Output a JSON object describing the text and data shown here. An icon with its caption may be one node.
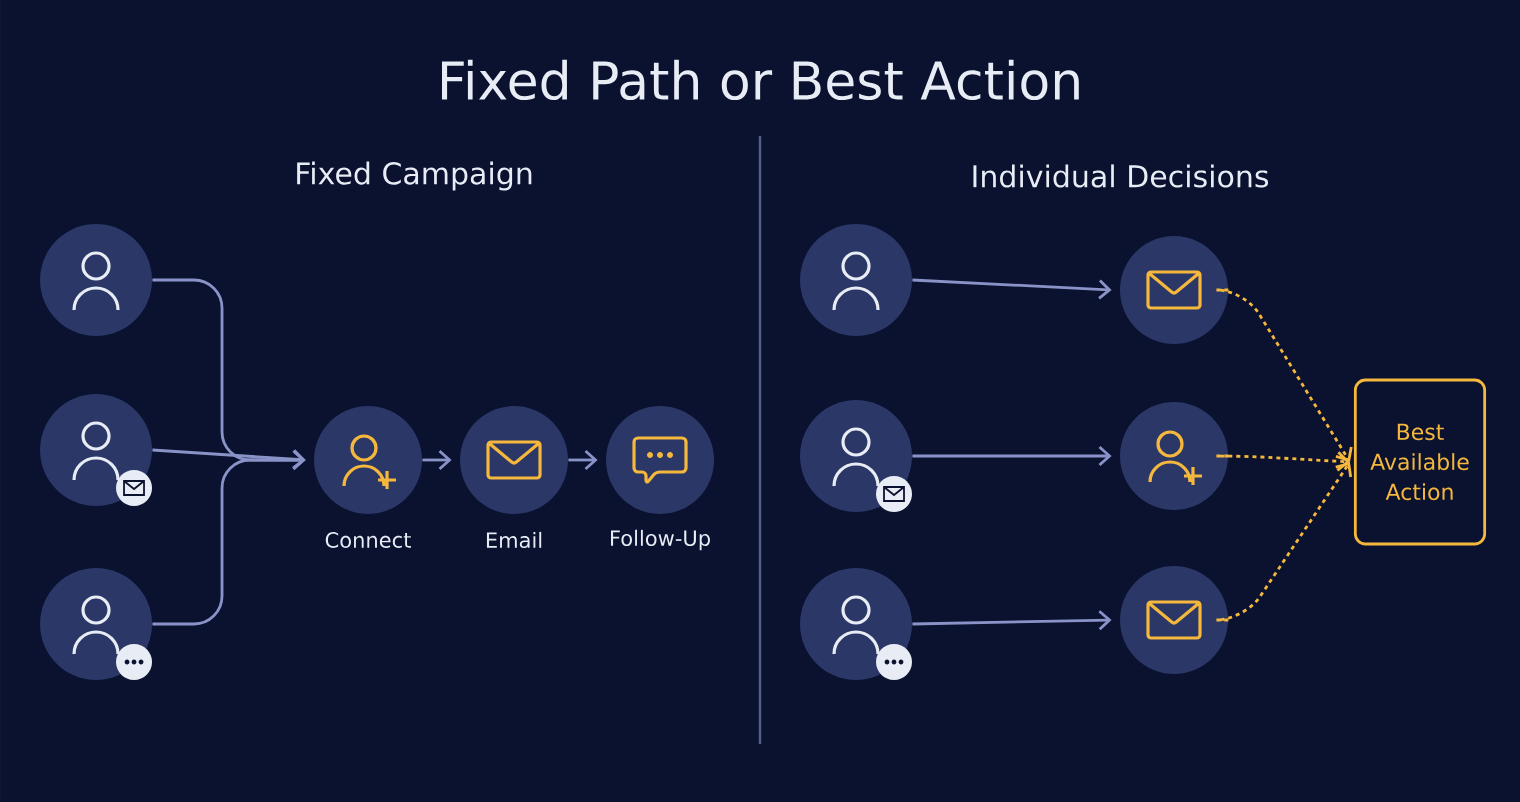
{
  "diagram": {
    "title": "Fixed Path or Best Action",
    "nodes": [
      {
        "text": [],
        "shape": "circle"
      },
      {
        "text": [],
        "shape": "circle"
      },
      {
        "text": [],
        "shape": "circle"
      },
      {
        "text": [
          "Connect"
        ]
      },
      {
        "text": [
          "Email"
        ]
      },
      {
        "text": [
          "Follow-Up"
        ]
      },
      {
        "text": [],
        "shape": "circle"
      },
      {
        "text": [],
        "shape": "circle"
      },
      {
        "text": [],
        "shape": "circle"
      },
      {
        "text": [],
        "shape": "circle"
      },
      {
        "text": [],
        "shape": "circle"
      },
      {
        "text": [],
        "shape": "circle"
      },
      {
        "text": [
          "Best Available Action"
        ]
      }
    ],
    "edges": [
      {
        "from": 0,
        "to": 3,
        "arrow": "to"
      },
      {
        "from": 1,
        "to": 3,
        "arrow": "to"
      },
      {
        "from": 2,
        "to": 3,
        "arrow": "to"
      },
      {
        "from": 3,
        "to": 4,
        "arrow": "to"
      },
      {
        "from": 4,
        "to": 5,
        "arrow": "to"
      },
      {
        "from": 6,
        "to": 9,
        "arrow": "to"
      },
      {
        "from": 7,
        "to": 10,
        "arrow": "to"
      },
      {
        "from": 8,
        "to": 11,
        "arrow": "to"
      },
      {
        "from": 9,
        "to": 12,
        "arrow": "to",
        "style": "dashed",
        "color": "#f5b83d"
      },
      {
        "from": 10,
        "to": 12,
        "arrow": "to",
        "style": "dashed",
        "color": "#f5b83d"
      },
      {
        "from": 11,
        "to": 12,
        "arrow": "to",
        "style": "dashed",
        "color": "#f5b83d"
      }
    ],
    "labels": [
      "Fixed Campaign",
      "Individual Decisions"
    ]
  }
}
